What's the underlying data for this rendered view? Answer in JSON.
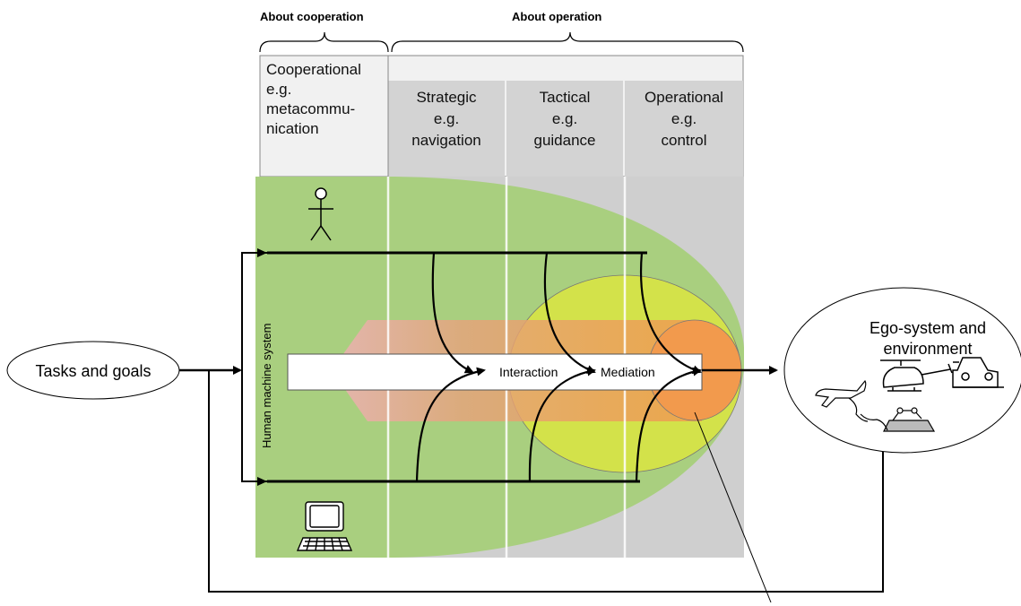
{
  "header": {
    "about_cooperation": "About cooperation",
    "about_operation": "About operation"
  },
  "levels": {
    "cooperational": [
      "Cooperational",
      "e.g.",
      "metacommu-",
      "nication"
    ],
    "strategic": [
      "Strategic",
      "e.g.",
      "navigation"
    ],
    "tactical": [
      "Tactical",
      "e.g.",
      "guidance"
    ],
    "operational": [
      "Operational",
      "e.g.",
      "control"
    ]
  },
  "center": {
    "interaction": "Interaction",
    "mediation": "Mediation",
    "system_label": "Human machine system"
  },
  "inputs": {
    "tasks_goals": "Tasks and goals"
  },
  "outputs": {
    "ego_system": [
      "Ego-system and",
      "environment"
    ]
  },
  "colors": {
    "green_zone": "#a9cf7f",
    "yellow_zone": "#d3e24a",
    "orange_zone": "#f29a4d",
    "gray_band": "#cfcfcf",
    "header_gray": "#d3d3d3"
  },
  "icons": [
    "human-figure-icon",
    "computer-icon",
    "airplane-icon",
    "helicopter-icon",
    "car-icon",
    "robot-arm-icon"
  ]
}
